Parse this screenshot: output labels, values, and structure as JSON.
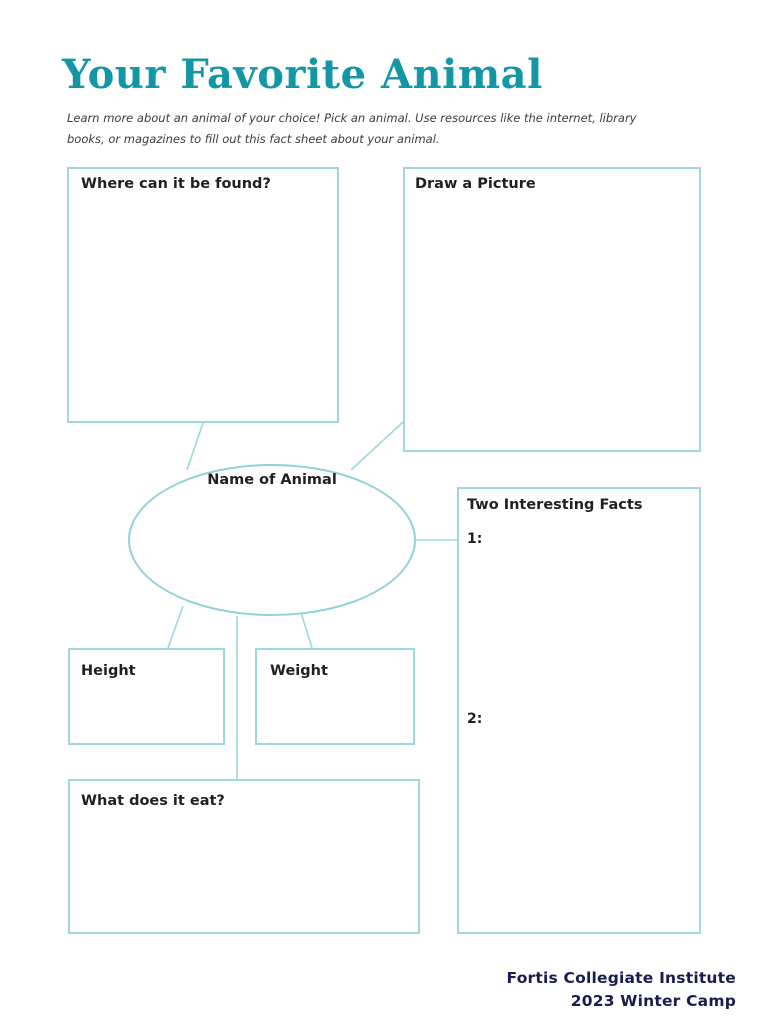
{
  "page": {
    "title": "Your Favorite Animal",
    "intro": "Learn more about an animal of your choice! Pick an animal. Use resources like the internet, library books, or magazines to fill out this fact sheet about your animal."
  },
  "diagram": {
    "center_label": "Name of Animal",
    "boxes": [
      {
        "id": "where",
        "label": "Where can it be found?"
      },
      {
        "id": "draw",
        "label": "Draw a Picture"
      },
      {
        "id": "facts",
        "label": "Two Interesting Facts"
      },
      {
        "id": "height",
        "label": "Height"
      },
      {
        "id": "weight",
        "label": "Weight"
      },
      {
        "id": "eat",
        "label": "What does it eat?"
      }
    ],
    "fact_markers": [
      "1:",
      "2:"
    ]
  },
  "footer": {
    "line1": "Fortis Collegiate Institute",
    "line2": "2023 Winter Camp"
  },
  "colors": {
    "title_teal": "#1397a5",
    "border_teal": "#9ed8dc",
    "ellipse_teal": "#8fd2d8",
    "text_dark": "#231f20",
    "intro_gray": "#3b3b3b",
    "footer_navy": "#1b1b4f",
    "page_background": "#ffffff"
  }
}
